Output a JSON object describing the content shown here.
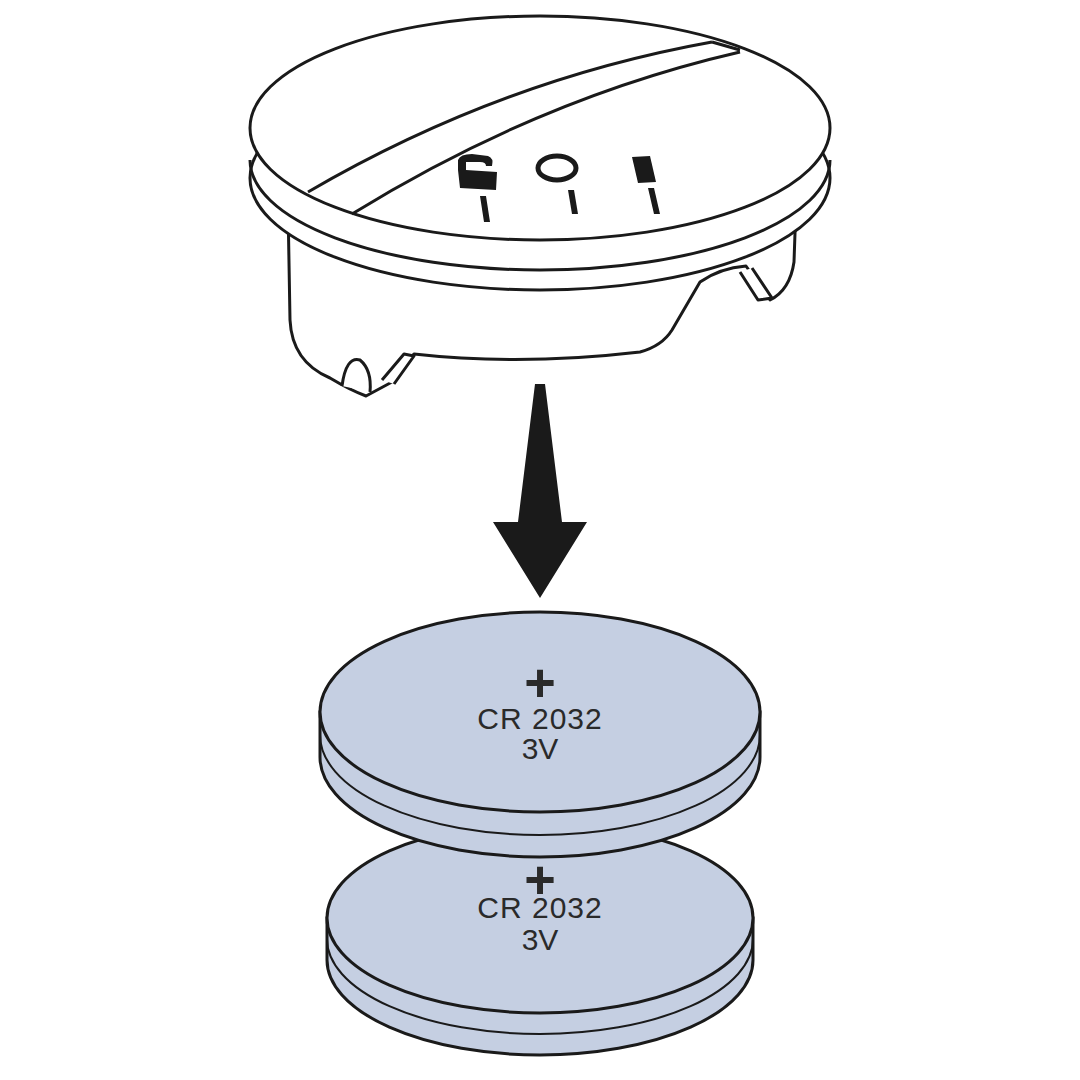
{
  "diagram": {
    "nodes": [
      {
        "text": [
          "+",
          "CR 2032",
          "3V"
        ]
      },
      {
        "text": [
          "+",
          "CR 2032",
          "3V"
        ]
      }
    ]
  }
}
